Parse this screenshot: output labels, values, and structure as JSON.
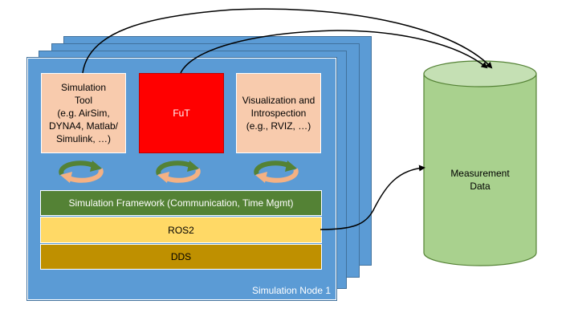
{
  "nodes": {
    "front_label": "Simulation Node 1"
  },
  "components": {
    "simulation_tool": "Simulation\nTool\n(e.g. AirSim,\nDYNA4, Matlab/\nSimulink, …)",
    "fut": "FuT",
    "visualization": "Visualization and\nIntrospection\n(e.g., RVIZ, …)"
  },
  "layers": {
    "framework": "Simulation Framework (Communication, Time Mgmt)",
    "ros2": "ROS2",
    "dds": "DDS"
  },
  "database": {
    "label": "Measurement\nData"
  },
  "colors": {
    "node_blue": "#5b9bd5",
    "tool_peach": "#f8cbad",
    "fut_red": "#ff0000",
    "framework_green": "#548235",
    "ros_yellow": "#ffd966",
    "dds_gold": "#bf9000",
    "db_green": "#a9d18e"
  }
}
